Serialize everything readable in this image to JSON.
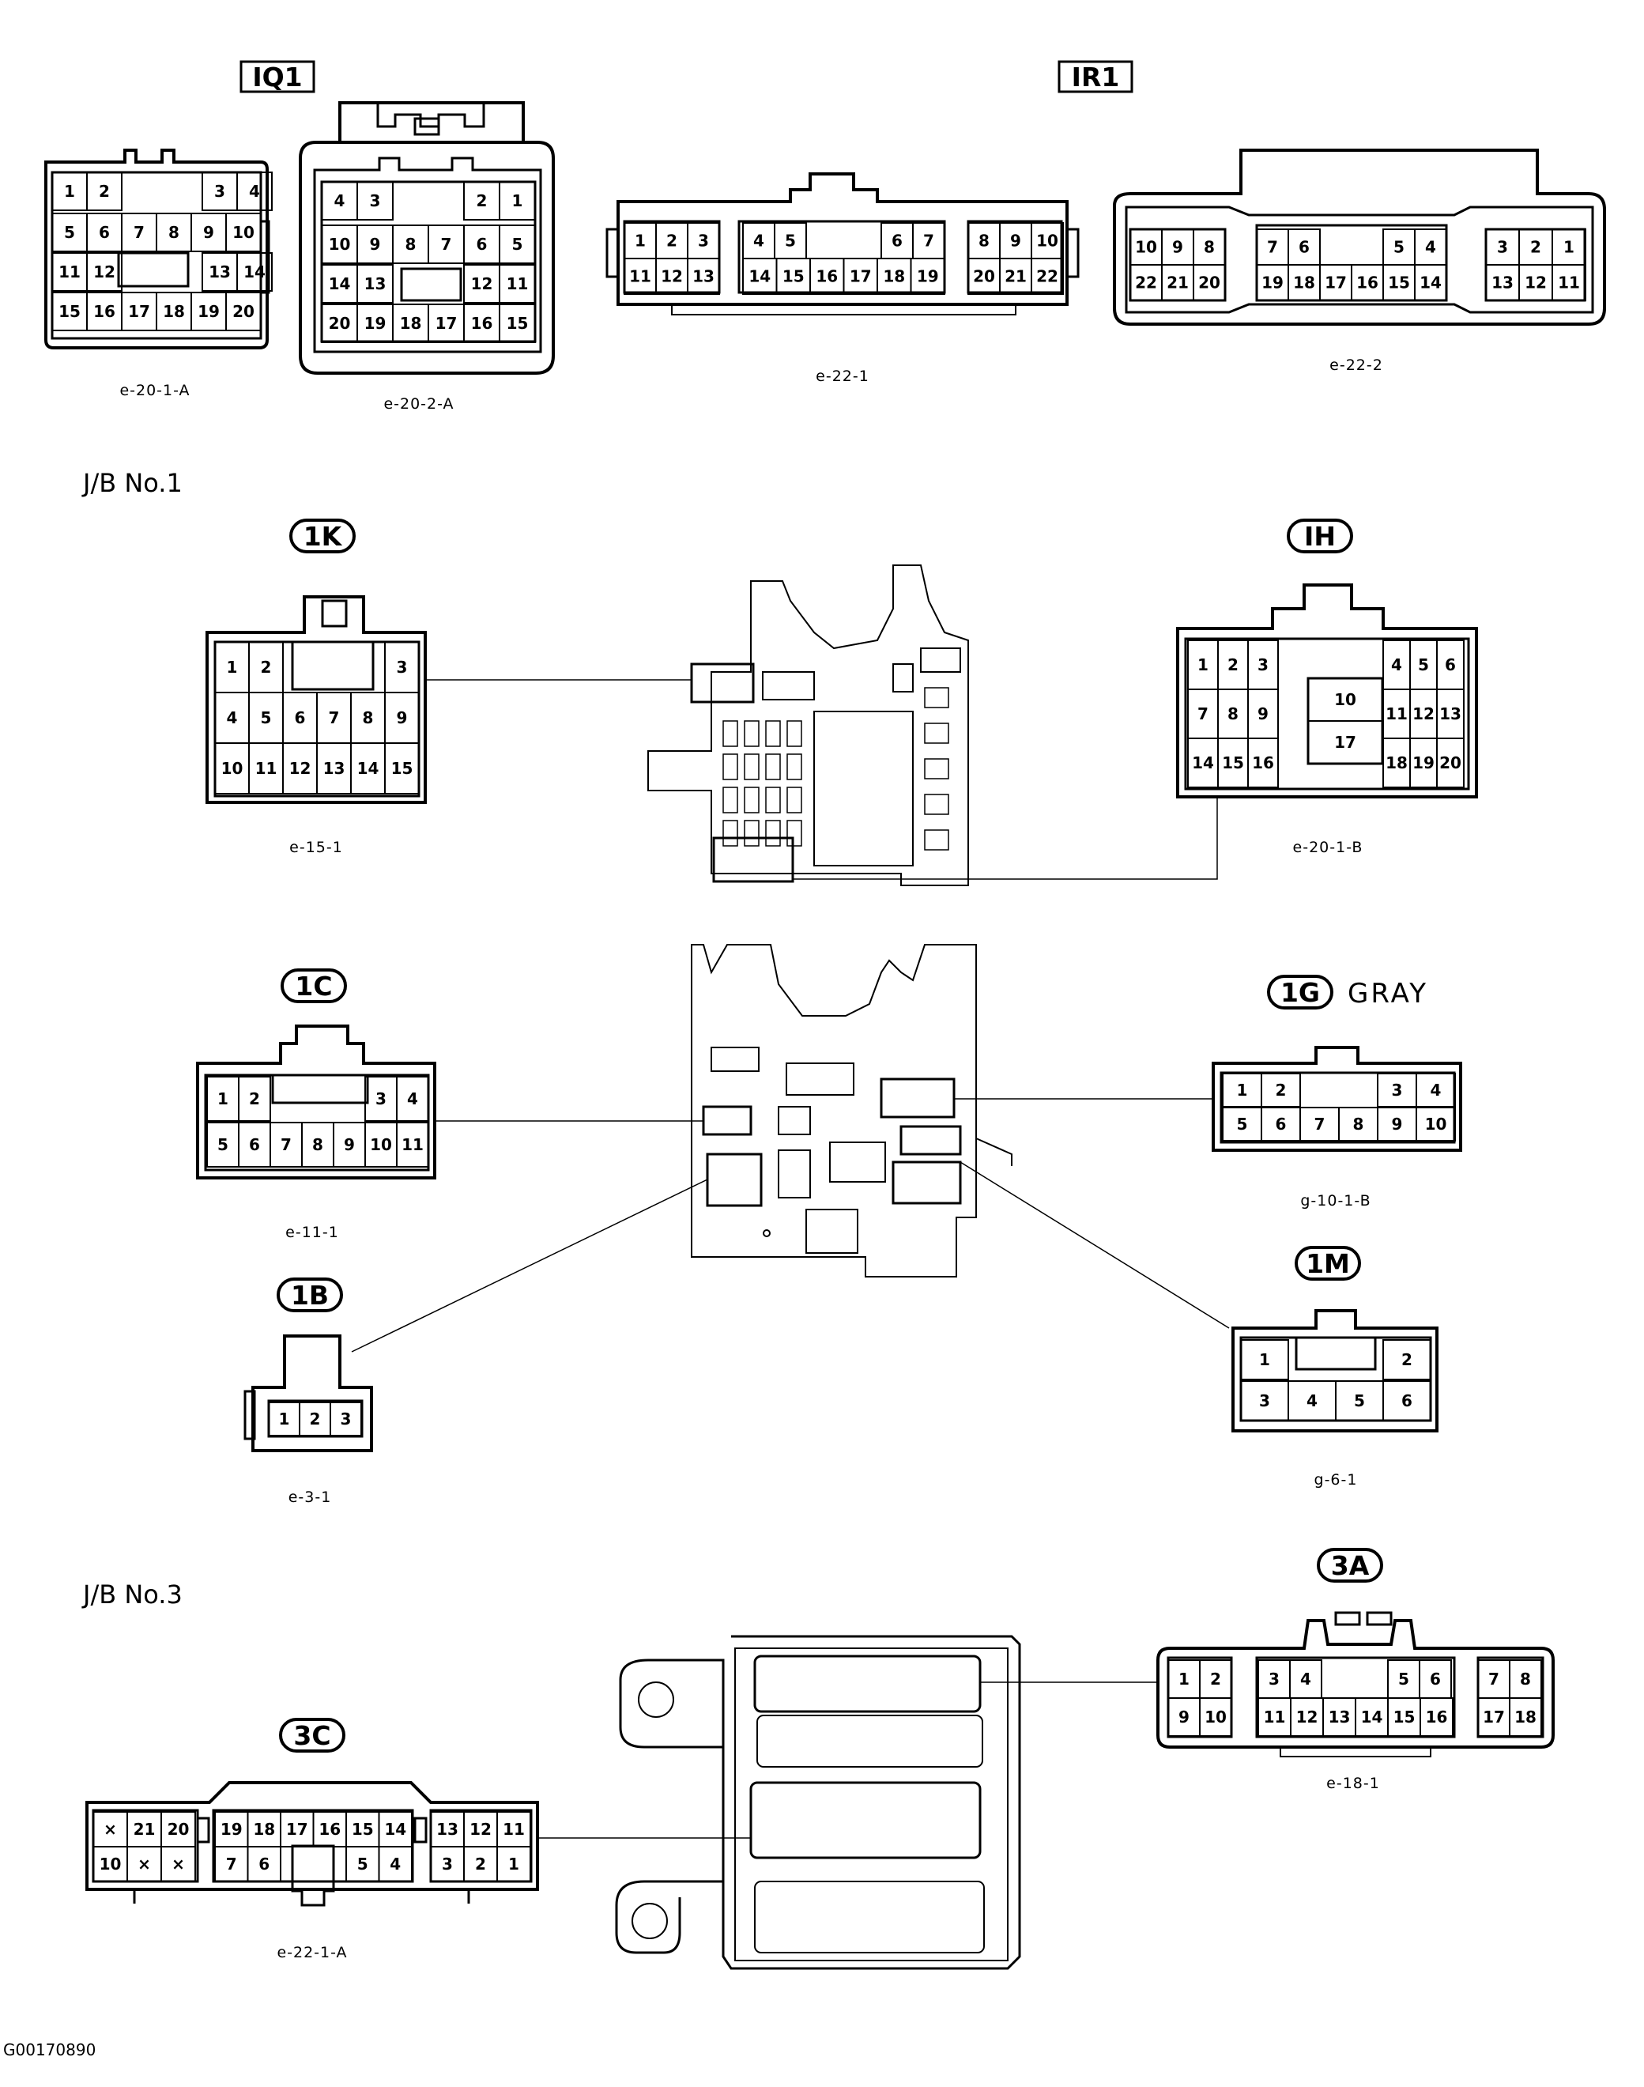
{
  "sections": {
    "jb1": "J/B No.1",
    "jb3": "J/B No.3"
  },
  "figure_id": "G00170890",
  "connectors": {
    "iq1": {
      "tag": "IQ1",
      "view_a": "e-20-1-A",
      "view_b": "e-20-2-A",
      "pins_a": [
        "1",
        "2",
        "3",
        "4",
        "5",
        "6",
        "7",
        "8",
        "9",
        "10",
        "11",
        "12",
        "13",
        "14",
        "15",
        "16",
        "17",
        "18",
        "19",
        "20"
      ],
      "pins_b": [
        "4",
        "3",
        "2",
        "1",
        "10",
        "9",
        "8",
        "7",
        "6",
        "5",
        "14",
        "13",
        "12",
        "11",
        "20",
        "19",
        "18",
        "17",
        "16",
        "15"
      ]
    },
    "ir1": {
      "tag": "IR1",
      "view_a": "e-22-1",
      "view_b": "e-22-2",
      "pins_a": [
        "1",
        "2",
        "3",
        "4",
        "5",
        "6",
        "7",
        "8",
        "9",
        "10",
        "11",
        "12",
        "13",
        "14",
        "15",
        "16",
        "17",
        "18",
        "19",
        "20",
        "21",
        "22"
      ],
      "pins_b": [
        "10",
        "9",
        "8",
        "7",
        "6",
        "5",
        "4",
        "3",
        "2",
        "1",
        "22",
        "21",
        "20",
        "19",
        "18",
        "17",
        "16",
        "15",
        "14",
        "13",
        "12",
        "11"
      ]
    },
    "c1k": {
      "tag": "1K",
      "view": "e-15-1",
      "pins": [
        "1",
        "2",
        "3",
        "4",
        "5",
        "6",
        "7",
        "8",
        "9",
        "10",
        "11",
        "12",
        "13",
        "14",
        "15"
      ]
    },
    "c1h": {
      "tag": "IH",
      "view": "e-20-1-B",
      "pins": [
        "1",
        "2",
        "3",
        "4",
        "5",
        "6",
        "7",
        "8",
        "9",
        "10",
        "11",
        "12",
        "13",
        "14",
        "15",
        "16",
        "17",
        "18",
        "19",
        "20"
      ]
    },
    "c1c": {
      "tag": "1C",
      "view": "e-11-1",
      "pins": [
        "1",
        "2",
        "3",
        "4",
        "5",
        "6",
        "7",
        "8",
        "9",
        "10",
        "11"
      ]
    },
    "c1g": {
      "tag": "1G",
      "color_note": "GRAY",
      "view": "g-10-1-B",
      "pins": [
        "1",
        "2",
        "3",
        "4",
        "5",
        "6",
        "7",
        "8",
        "9",
        "10"
      ]
    },
    "c1b": {
      "tag": "1B",
      "view": "e-3-1",
      "pins": [
        "1",
        "2",
        "3"
      ]
    },
    "c1m": {
      "tag": "1M",
      "view": "g-6-1",
      "pins": [
        "1",
        "2",
        "3",
        "4",
        "5",
        "6"
      ]
    },
    "c3a": {
      "tag": "3A",
      "view": "e-18-1",
      "pins": [
        "1",
        "2",
        "3",
        "4",
        "5",
        "6",
        "7",
        "8",
        "9",
        "10",
        "11",
        "12",
        "13",
        "14",
        "15",
        "16",
        "17",
        "18"
      ]
    },
    "c3c": {
      "tag": "3C",
      "view": "e-22-1-A",
      "pins": [
        "×",
        "21",
        "20",
        "19",
        "18",
        "17",
        "16",
        "15",
        "14",
        "13",
        "12",
        "11",
        "10",
        "×",
        "×",
        "7",
        "6",
        "5",
        "4",
        "3",
        "2",
        "1"
      ]
    }
  }
}
